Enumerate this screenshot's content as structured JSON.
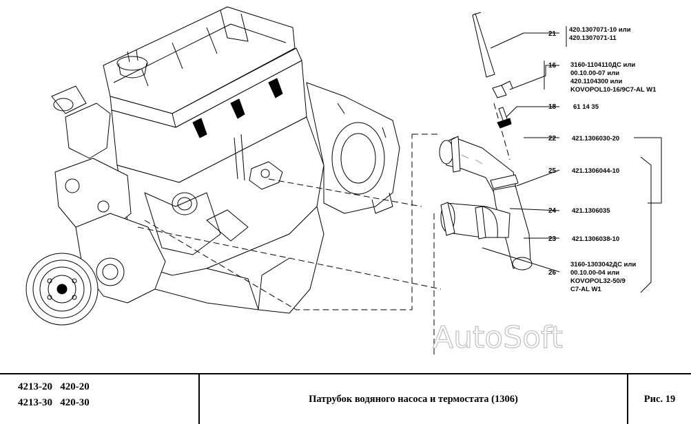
{
  "callouts": [
    {
      "num": "21",
      "parts": [
        "420.1307071-10 или",
        "420.1307071-11"
      ]
    },
    {
      "num": "16",
      "parts": [
        "3160-1104110ДС или",
        "00.10.00-07 или",
        "420.1104300 или",
        "KOVOPOL10-16/9C7-AL W1"
      ]
    },
    {
      "num": "18",
      "parts": [
        "61 14 35"
      ]
    },
    {
      "num": "22",
      "parts": [
        "421.1306030-20"
      ]
    },
    {
      "num": "25",
      "parts": [
        "421.1306044-10"
      ]
    },
    {
      "num": "24",
      "parts": [
        "421.1306035"
      ]
    },
    {
      "num": "23",
      "parts": [
        "421.1306038-10"
      ]
    },
    {
      "num": "26",
      "parts": [
        "3160-1303042ДС или",
        "00.10.00-04 или",
        "KOVOPOL32-50/9",
        "C7-AL W1"
      ]
    }
  ],
  "watermark": "AutoSoft",
  "title_block": {
    "models_row1": "4213-20   420-20",
    "models_row2": "4213-30   420-30",
    "title": "Патрубок водяного насоса и термостата (1306)",
    "figure": "Рис. 19"
  },
  "colors": {
    "line": "#000000",
    "background": "#ffffff",
    "watermark": "#b8b8b8"
  }
}
